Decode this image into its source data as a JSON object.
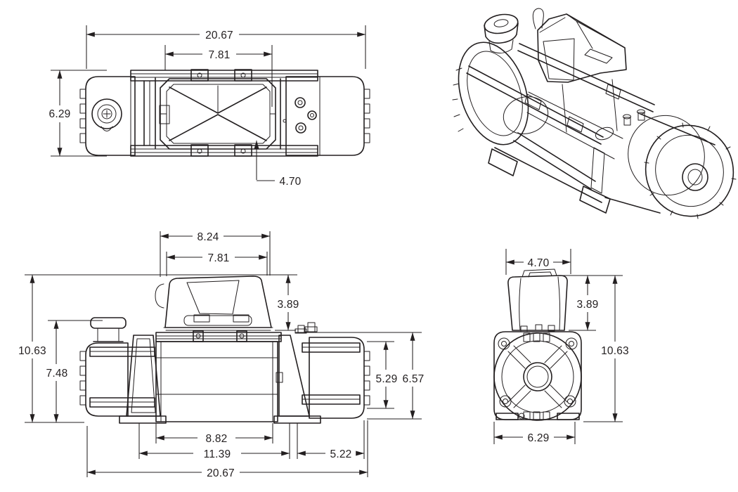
{
  "canvas": {
    "background": "#ffffff",
    "ink": "#231f20",
    "kind": "winch-dimensional-drawing",
    "units_shown": "inches"
  },
  "views": {
    "top": {
      "name": "top-view",
      "dims": {
        "overall_length": "20.67",
        "fairlead_width": "7.81",
        "body_width": "6.29",
        "center_offset": "4.70"
      }
    },
    "iso": {
      "name": "isometric-view"
    },
    "front": {
      "name": "front-view",
      "dims": {
        "box_top_width": "8.24",
        "box_width": "7.81",
        "box_height": "3.89",
        "overall_height": "10.63",
        "body_height": "7.48",
        "drum_flange_height": "5.29",
        "end_cap_height": "6.57",
        "drum_width": "8.82",
        "mount_spacing": "11.39",
        "motor_length": "5.22",
        "overall_length": "20.67"
      }
    },
    "side": {
      "name": "side-view",
      "dims": {
        "box_width": "4.70",
        "box_height": "3.89",
        "overall_height": "10.63",
        "body_width": "6.29"
      }
    }
  }
}
